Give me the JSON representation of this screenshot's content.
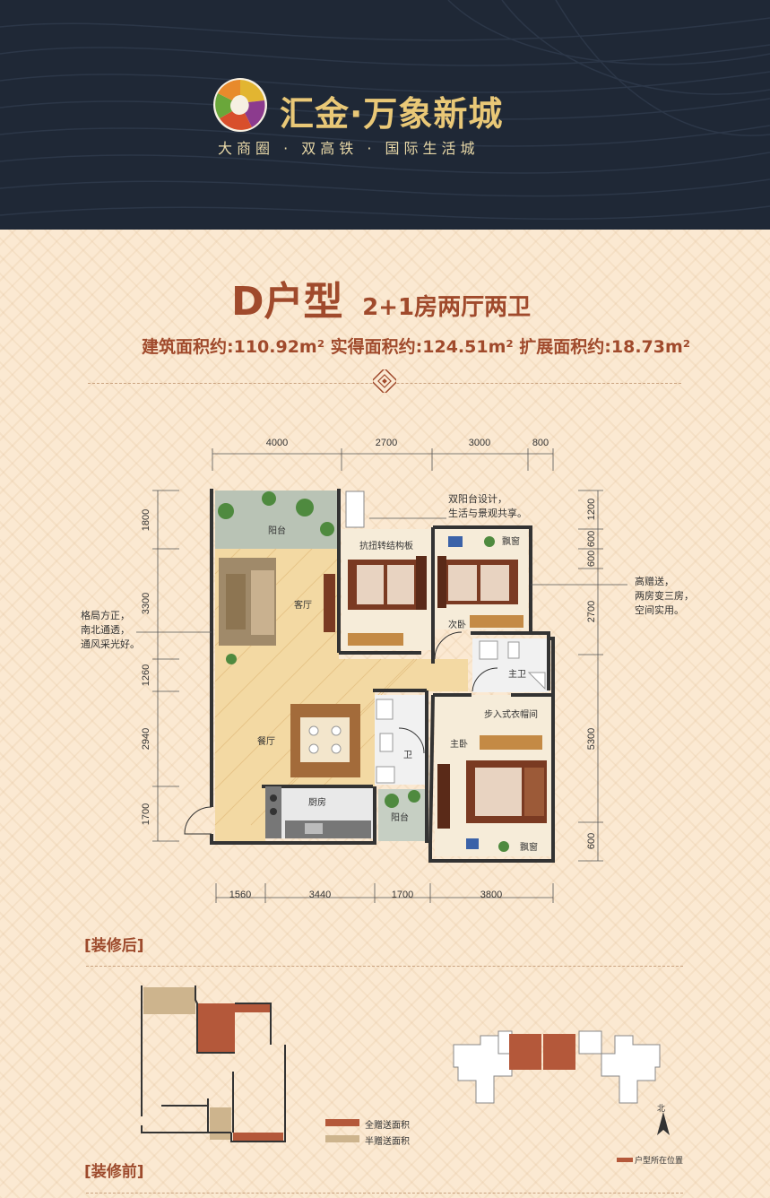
{
  "header": {
    "brand": "汇金·万象新城",
    "slogan": "大商圈 · 双高铁 · 国际生活城"
  },
  "title": {
    "code": "D户型",
    "spec": "2+1房两厅两卫"
  },
  "areas": {
    "text": "建筑面积约:110.92m² 实得面积约:124.51m² 扩展面积约:18.73m²"
  },
  "plan": {
    "top_dims": [
      "4000",
      "2700",
      "3000",
      "800"
    ],
    "bottom_dims": [
      "1560",
      "3440",
      "1700",
      "3800"
    ],
    "left_dims": [
      "1800",
      "3300",
      "1260",
      "2940",
      "1700"
    ],
    "right_dims": [
      "1200",
      "600",
      "600",
      "2700",
      "5300",
      "600"
    ],
    "rooms": {
      "balcony_top": "阳台",
      "living": "客厅",
      "bedroom_a": "抗扭转结构板",
      "bay_window_top": "飘窗",
      "second_bedroom": "次卧",
      "main_bath": "主卫",
      "walk_in": "步入式衣帽间",
      "master": "主卧",
      "dining": "餐厅",
      "bath": "卫",
      "kitchen": "厨房",
      "balcony_bottom": "阳台",
      "bay_window_bottom": "飘窗"
    },
    "notes": {
      "top": [
        "双阳台设计，",
        "生活与景观共享。"
      ],
      "right": [
        "高赠送，",
        "两房变三房，",
        "空间实用。"
      ],
      "left": [
        "格局方正，",
        "南北通透，",
        "通风采光好。"
      ]
    }
  },
  "sections": {
    "after": "[装修后]",
    "before": "[装修前]"
  },
  "legend": {
    "full": "全赠送面积",
    "half": "半赠送面积",
    "location": "户型所在位置",
    "north": "北"
  },
  "colors": {
    "header_bg": "#1f2836",
    "gold": "#e9c877",
    "accent": "#a04a2c",
    "full_gift": "#b4583a",
    "half_gift": "#cdb48d"
  }
}
